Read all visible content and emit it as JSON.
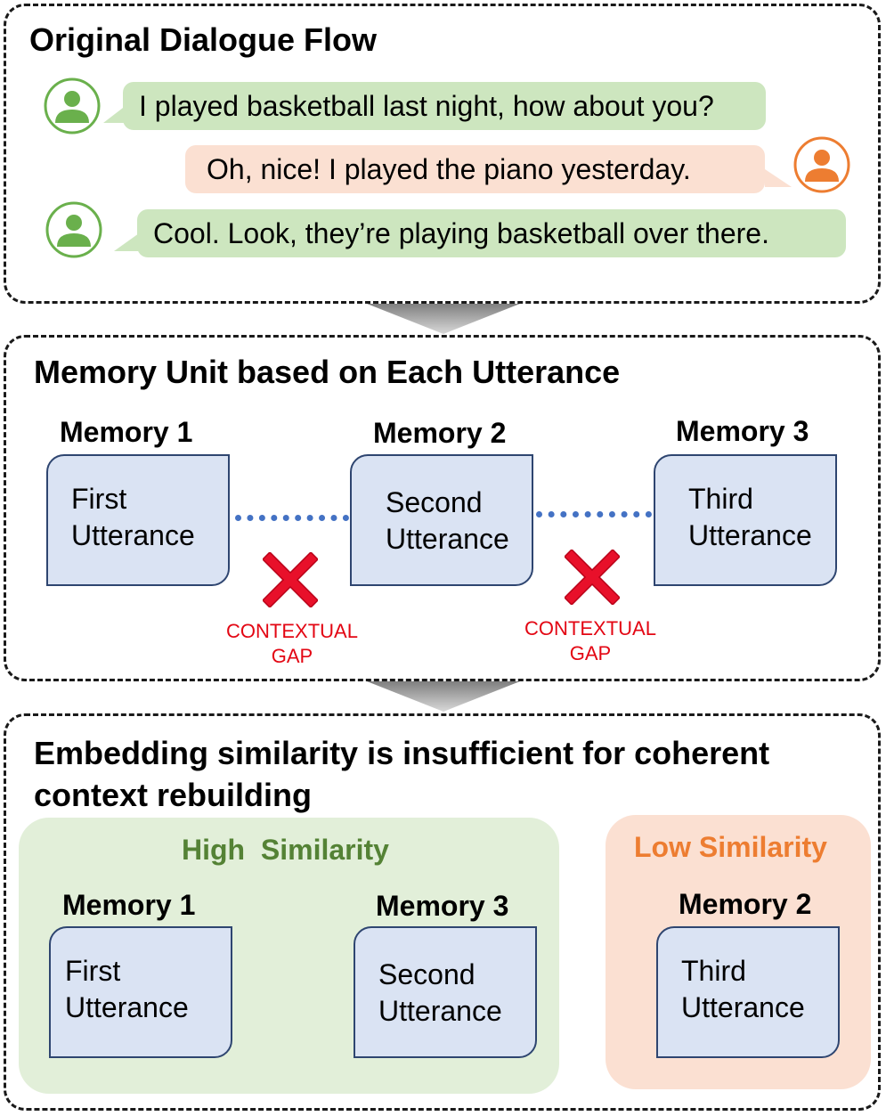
{
  "colors": {
    "green_bubble": "#cde6bf",
    "orange_bubble": "#fbe0d2",
    "green_avatar": "#6ab04c",
    "orange_avatar": "#ed7d31",
    "memory_card_fill": "#dae3f3",
    "memory_card_border": "#2e4570",
    "dotted_link": "#4472c4",
    "gap_red": "#e30613",
    "high_similarity_bg": "#e2efd9",
    "low_similarity_bg": "#fbe0d2",
    "high_similarity_text": "#548235",
    "low_similarity_text": "#ed7d31"
  },
  "panel1": {
    "title": "Original Dialogue Flow",
    "messages": [
      {
        "text": "I played basketball last night, how about you?",
        "speaker_icon": "user-avatar-green-icon"
      },
      {
        "text": "Oh, nice! I played the piano yesterday.",
        "speaker_icon": "user-avatar-orange-icon"
      },
      {
        "text": "Cool. Look, they’re playing basketball over there.",
        "speaker_icon": "user-avatar-green-icon"
      }
    ]
  },
  "panel2": {
    "title": "Memory Unit based on Each Utterance",
    "memories": [
      {
        "label": "Memory 1",
        "line1": "First",
        "line2": "Utterance"
      },
      {
        "label": "Memory 2",
        "line1": "Second",
        "line2": "Utterance"
      },
      {
        "label": "Memory 3",
        "line1": "Third",
        "line2": "Utterance"
      }
    ],
    "gaps": [
      {
        "line1": "CONTEXTUAL",
        "line2": "GAP"
      },
      {
        "line1": "CONTEXTUAL",
        "line2": "GAP"
      }
    ]
  },
  "panel3": {
    "title_line1": "Embedding similarity is insufficient for coherent",
    "title_line2": "context rebuilding",
    "high": {
      "title": "High  Similarity",
      "memories": [
        {
          "label": "Memory 1",
          "line1": "First",
          "line2": "Utterance"
        },
        {
          "label": "Memory 3",
          "line1": "Second",
          "line2": "Utterance"
        }
      ]
    },
    "low": {
      "title": "Low Similarity",
      "memories": [
        {
          "label": "Memory 2",
          "line1": "Third",
          "line2": "Utterance"
        }
      ]
    }
  }
}
